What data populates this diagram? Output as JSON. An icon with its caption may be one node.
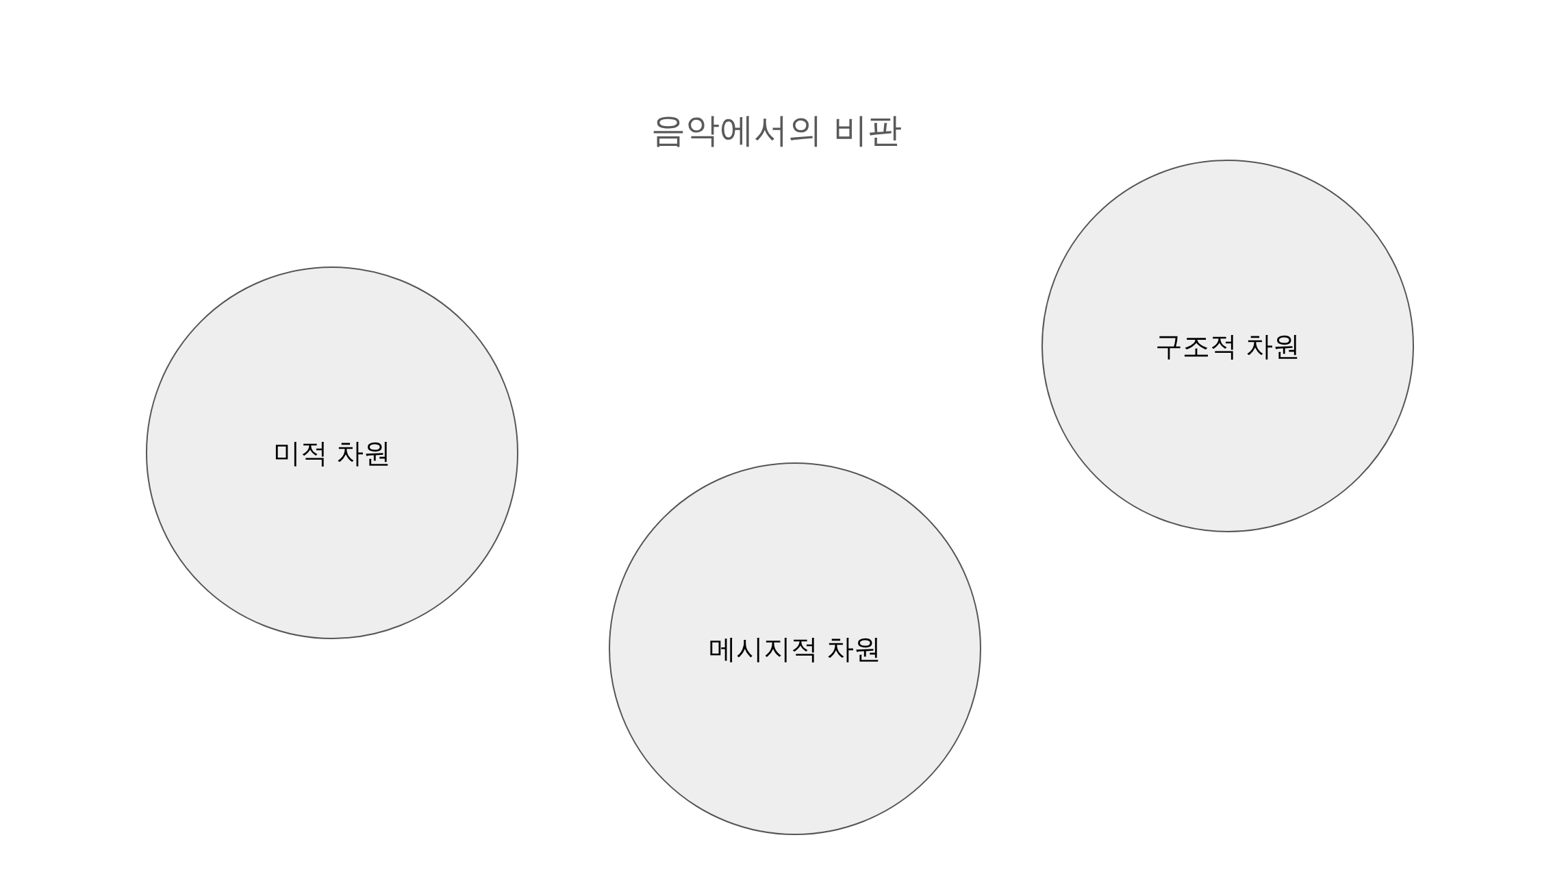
{
  "diagram": {
    "title": "음악에서의 비판",
    "nodes": [
      {
        "text": [
          "미적 차원"
        ]
      },
      {
        "text": [
          "메시지적 차원"
        ]
      },
      {
        "text": [
          "구조적 차원"
        ]
      }
    ]
  }
}
